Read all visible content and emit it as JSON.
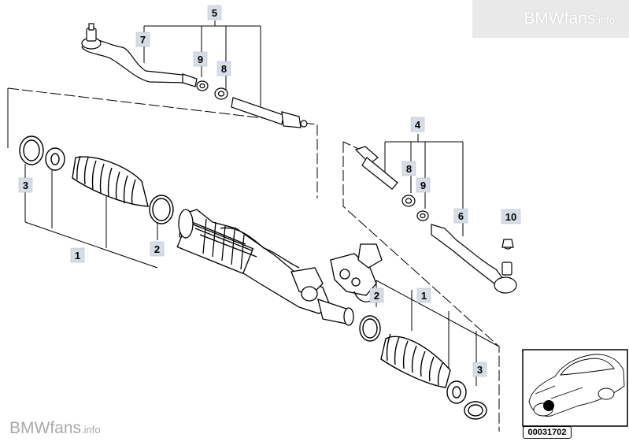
{
  "watermark": {
    "brand": "BMWfans",
    "suffix": ".info"
  },
  "part_labels": [
    "5",
    "7",
    "9",
    "8",
    "4",
    "8",
    "9",
    "6",
    "10",
    "3",
    "1",
    "2",
    "2",
    "1",
    "3"
  ],
  "reference_number": "00031702",
  "colors": {
    "callout_fill": "#d7dde6",
    "watermark_light": "#ffffff",
    "watermark_gray": "#a9a9a9"
  }
}
